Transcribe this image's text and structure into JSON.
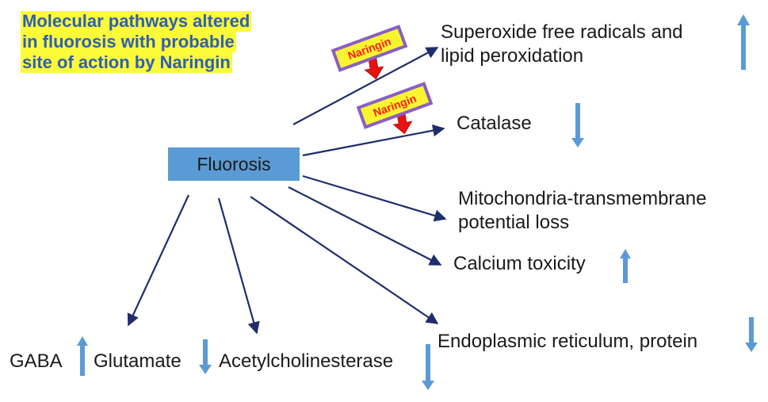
{
  "title": {
    "lines": [
      "Molecular pathways altered",
      "in fluorosis with probable",
      "site of action by Naringin"
    ]
  },
  "center_node": "Fluorosis",
  "outcomes": {
    "superoxide": [
      "Superoxide free radicals and",
      "lipid peroxidation"
    ],
    "catalase": "Catalase",
    "mitochondria": [
      "Mitochondria-transmembrane",
      "potential loss"
    ],
    "calcium": "Calcium toxicity",
    "er": "Endoplasmic reticulum, protein",
    "gaba": "GABA",
    "glutamate": "Glutamate",
    "ache": "Acetylcholinesterase"
  },
  "inhibitor_label": "Naringin",
  "colors": {
    "title_text": "#2f5fb3",
    "title_highlight": "#fbfb3a",
    "node_fill": "#5b9bd5",
    "connector": "#1f2d6b",
    "indicator_arrow": "#5b9bd5",
    "inhibitor_border": "#8a5fc4",
    "inhibitor_fill": "#f8f530",
    "inhibitor_text": "#ff1a1a",
    "inhibitor_arrow": "#e81010"
  },
  "indicators": {
    "superoxide": "up",
    "catalase": "down",
    "calcium": "up",
    "er": "down",
    "gaba": "up",
    "glutamate": "down",
    "ache": "down"
  }
}
